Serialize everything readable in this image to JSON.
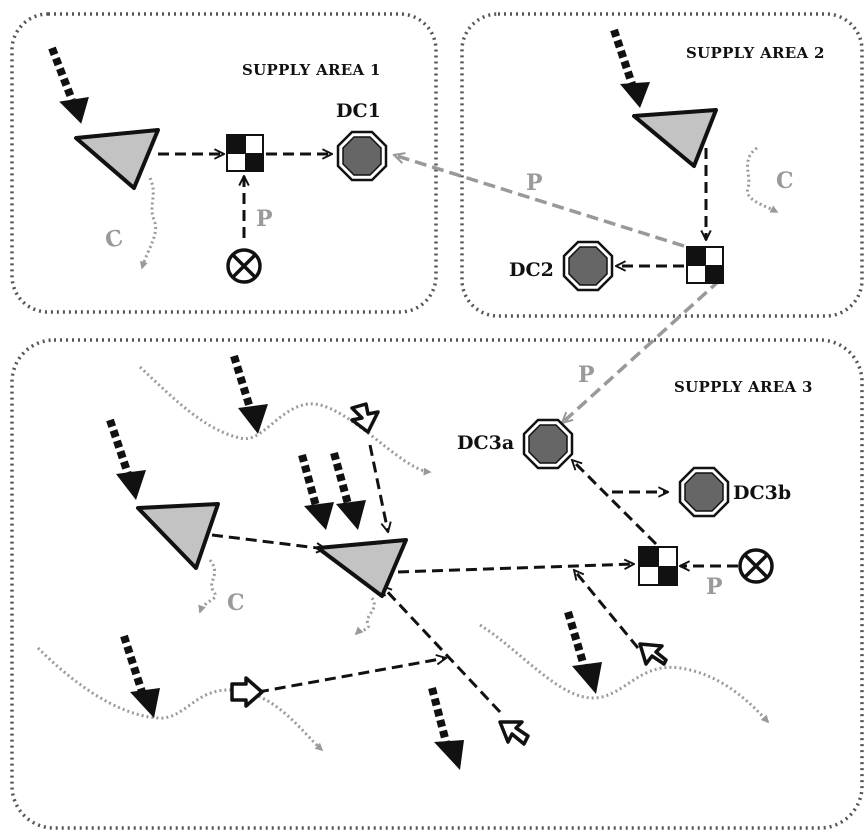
{
  "areas": {
    "area1": {
      "title": "SUPPLY AREA 1"
    },
    "area2": {
      "title": "SUPPLY AREA 2"
    },
    "area3": {
      "title": "SUPPLY AREA 3"
    }
  },
  "nodes": {
    "dc1": {
      "label": "DC1"
    },
    "dc2": {
      "label": "DC2"
    },
    "dc3a": {
      "label": "DC3a"
    },
    "dc3b": {
      "label": "DC3b"
    }
  },
  "flow_letters": {
    "c": "C",
    "p": "P"
  },
  "colors": {
    "outline": "#111111",
    "triangle_fill": "#c3c3c3",
    "dc_fill": "#666666",
    "consumption_line": "#9a9a9a",
    "production_line": "#9a9a9a",
    "area_border": "#555555"
  }
}
